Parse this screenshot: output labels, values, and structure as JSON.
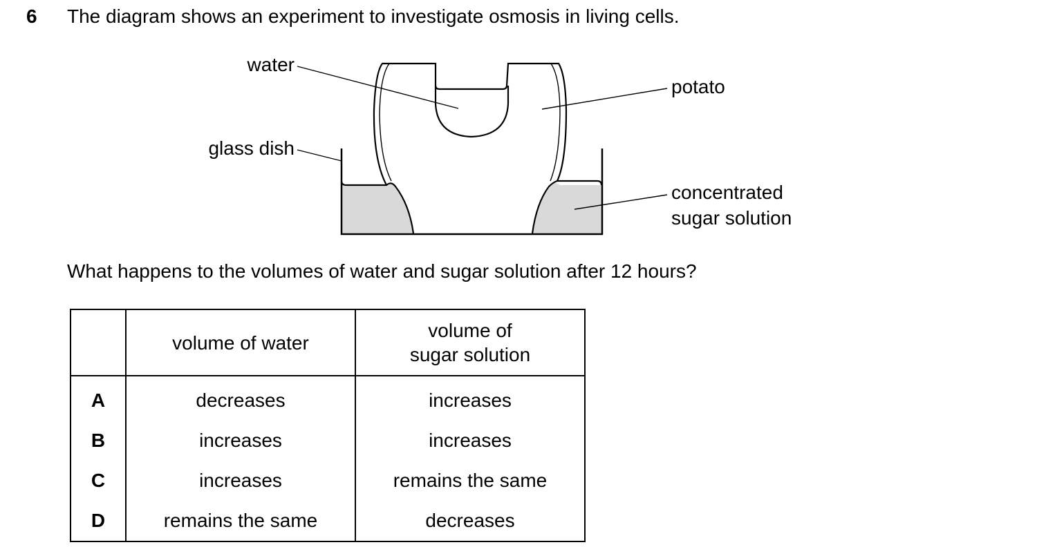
{
  "question": {
    "number": "6",
    "intro": "The diagram shows an experiment to investigate osmosis in living cells.",
    "prompt": "What happens to the volumes of water and sugar solution after 12 hours?"
  },
  "diagram": {
    "labels": {
      "water": "water",
      "glass_dish": "glass dish",
      "potato": "potato",
      "sugar_line1": "concentrated",
      "sugar_line2": "sugar solution"
    },
    "colors": {
      "solution_fill": "#d9d9d9",
      "outline": "#000000"
    }
  },
  "table": {
    "headers": {
      "letter": "",
      "water": "volume of water",
      "sugar_line1": "volume of",
      "sugar_line2": "sugar solution"
    },
    "rows": [
      {
        "letter": "A",
        "water": "decreases",
        "sugar": "increases"
      },
      {
        "letter": "B",
        "water": "increases",
        "sugar": "increases"
      },
      {
        "letter": "C",
        "water": "increases",
        "sugar": "remains the same"
      },
      {
        "letter": "D",
        "water": "remains the same",
        "sugar": "decreases"
      }
    ]
  }
}
